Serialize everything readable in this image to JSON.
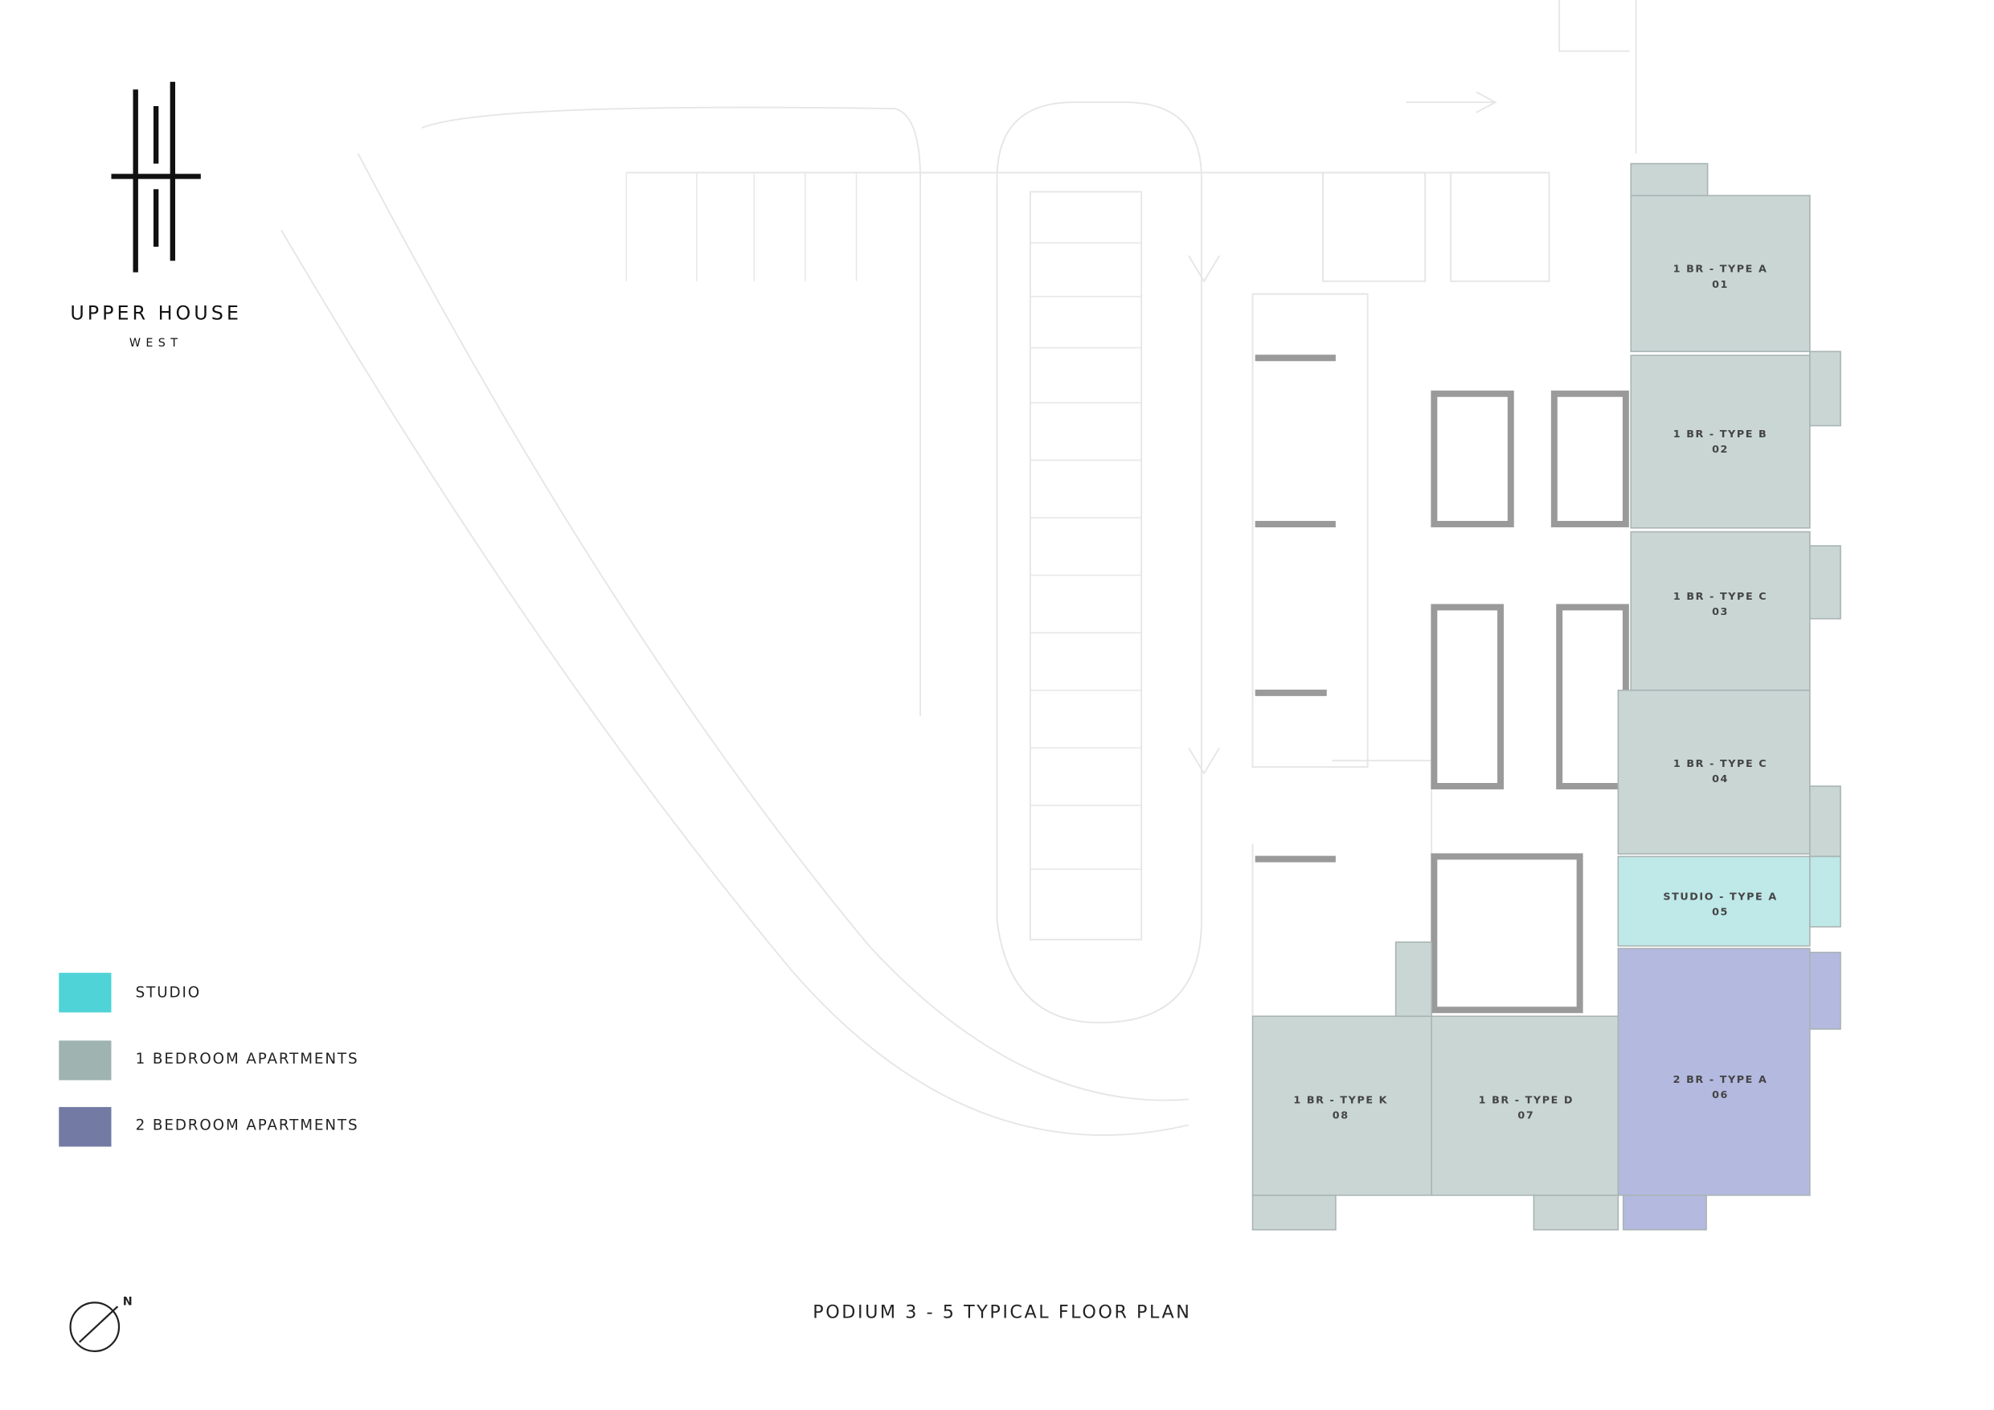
{
  "brand": {
    "name": "UPPER HOUSE",
    "sub": "WEST"
  },
  "plan_title": "PODIUM 3 - 5 TYPICAL FLOOR PLAN",
  "north_label": "N",
  "legend": [
    {
      "label": "STUDIO",
      "color": "#4fd3d6"
    },
    {
      "label": "1 BEDROOM APARTMENTS",
      "color": "#9fb3b0"
    },
    {
      "label": "2 BEDROOM APARTMENTS",
      "color": "#737aa3"
    }
  ],
  "units": [
    {
      "type": "1 BR - TYPE A",
      "number": "01",
      "category": "1br"
    },
    {
      "type": "1 BR - TYPE B",
      "number": "02",
      "category": "1br"
    },
    {
      "type": "1 BR - TYPE C",
      "number": "03",
      "category": "1br"
    },
    {
      "type": "1 BR - TYPE C",
      "number": "04",
      "category": "1br"
    },
    {
      "type": "STUDIO - TYPE A",
      "number": "05",
      "category": "studio"
    },
    {
      "type": "2 BR - TYPE A",
      "number": "06",
      "category": "2br"
    },
    {
      "type": "1 BR - TYPE D",
      "number": "07",
      "category": "1br"
    },
    {
      "type": "1 BR - TYPE K",
      "number": "08",
      "category": "1br"
    }
  ],
  "fills": {
    "1br": "#c9d6d4",
    "studio": "#bfe8e8",
    "2br": "#b4b9e0"
  }
}
